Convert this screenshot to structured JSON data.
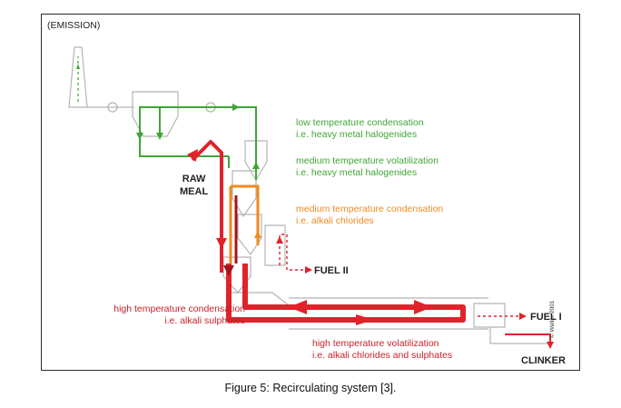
{
  "figure": {
    "emission_label": "(EMISSION)",
    "raw_meal_line1": "RAW",
    "raw_meal_line2": "MEAL",
    "fuel2_label": "FUEL II",
    "fuel1_label": "FUEL I",
    "clinker_label": "CLINKER",
    "copyright": "© Weiter 2001"
  },
  "annotations": {
    "low_temp_condensation": {
      "line1": "low temperature condensation",
      "line2": "i.e. heavy metal halogenides"
    },
    "medium_temp_volatilization": {
      "line1": "medium temperature volatilization",
      "line2": "i.e. heavy metal halogenides"
    },
    "medium_temp_condensation": {
      "line1": "medium temperature condensation",
      "line2": "i.e. alkali chlorides"
    },
    "high_temp_condensation": {
      "line1": "high temperature condensation",
      "line2": "i.e. alkali sulphates"
    },
    "high_temp_volatilization": {
      "line1": "high temperature volatilization",
      "line2": "i.e. alkali chlorides and sulphates"
    }
  },
  "caption": "Figure 5: Recirculating system [3].",
  "colors": {
    "green": "#3fa535",
    "orange": "#f08a1e",
    "red": "#e0232b",
    "dark_red": "#a3151c",
    "equipment": "#b4b4b4"
  }
}
